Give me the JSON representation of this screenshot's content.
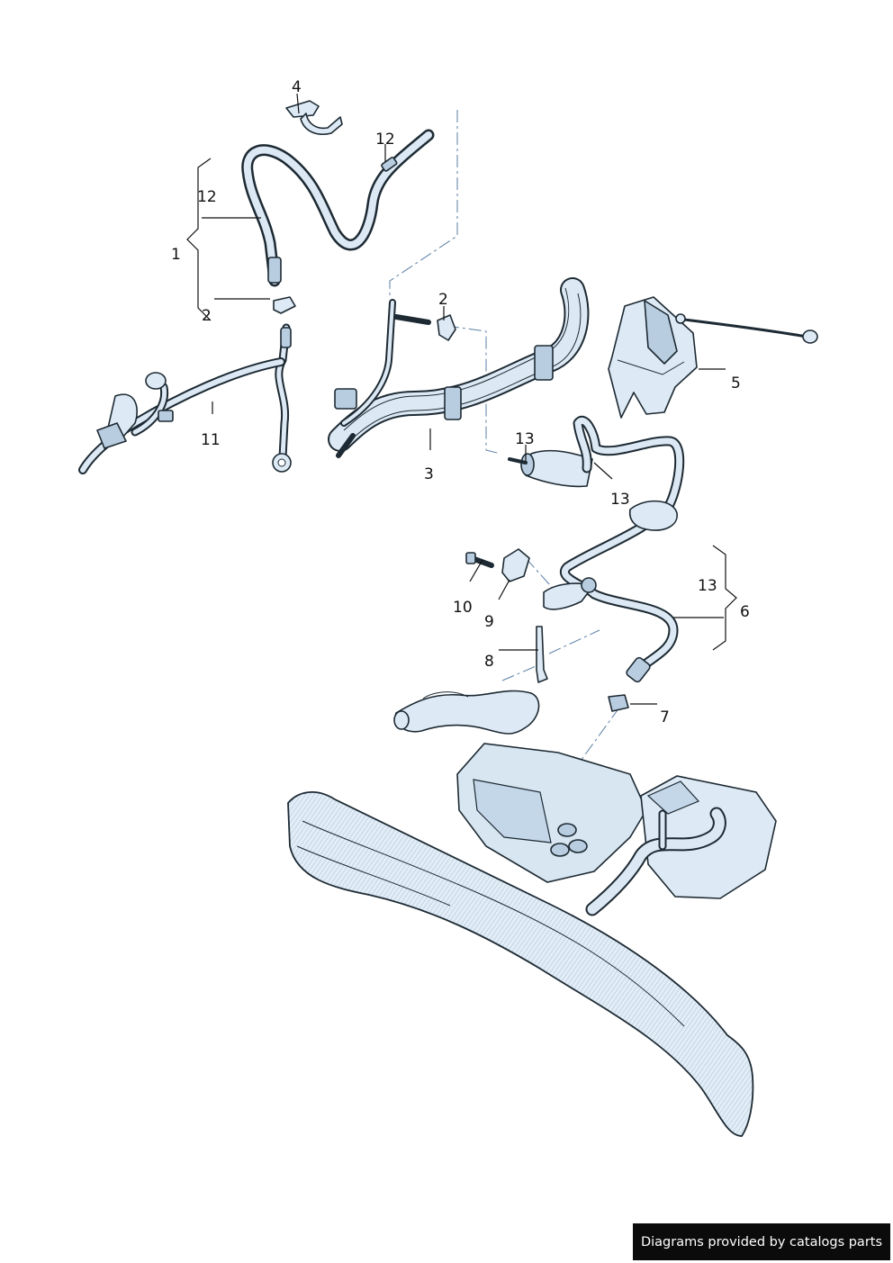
{
  "callouts": {
    "c4": "4",
    "c12_top": "12",
    "c12_left": "12",
    "c1": "1",
    "c2_left": "2",
    "c2_mid": "2",
    "c11": "11",
    "c3": "3",
    "c5": "5",
    "c13_a": "13",
    "c13_b": "13",
    "c13_c": "13",
    "c6": "6",
    "c10": "10",
    "c9": "9",
    "c8": "8",
    "c7": "7"
  },
  "footer": {
    "credit": "Diagrams provided by catalogs parts"
  }
}
